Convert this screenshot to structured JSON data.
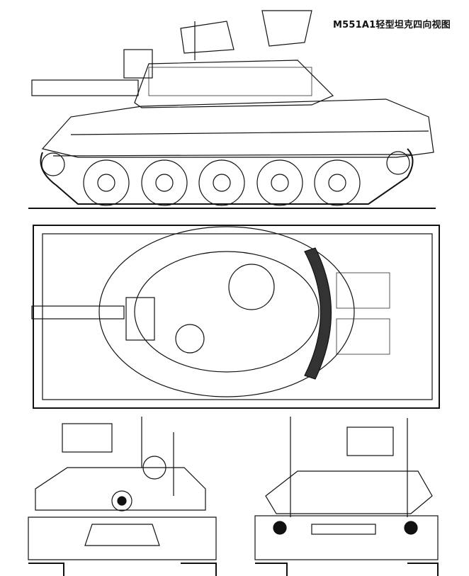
{
  "title": "M551A1轻型坦克四向视图",
  "colors": {
    "line": "#111111",
    "background": "#ffffff"
  },
  "views": [
    "side-view",
    "top-view",
    "front-view",
    "rear-view"
  ]
}
